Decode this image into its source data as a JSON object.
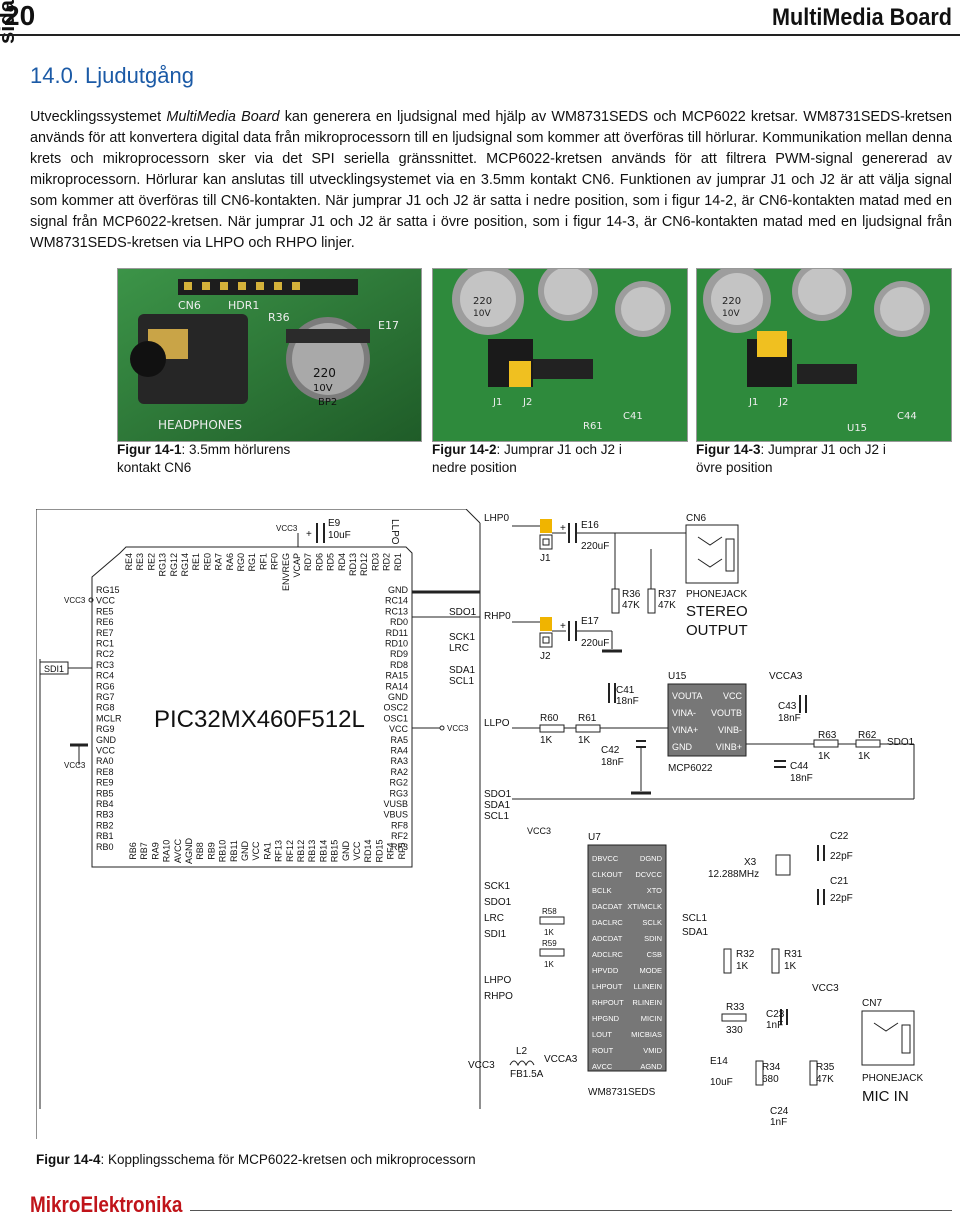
{
  "header": {
    "page_number": "20",
    "side_label": "sida",
    "book_title": "MultiMedia Board"
  },
  "section": {
    "title": "14.0. Ljudutgång"
  },
  "body": {
    "p_part1": "Utvecklingssystemet ",
    "p_italic": "MultiMedia Board",
    "p_part2": " kan generera en ljudsignal med hjälp av WM8731SEDS och MCP6022 kretsar. WM8731SEDS-kretsen används för att konvertera digital data från mikroprocessorn till en ljudsignal som kommer att överföras till hörlurar. Kommunikation mellan denna krets och mikroprocessorn sker via det SPI seriella gränssnittet. MCP6022-kretsen används för att filtrera PWM-signal genererad av mikroprocessorn. Hörlurar kan anslutas till utvecklingsystemet via en 3.5mm kontakt CN6. Funktionen av jumprar J1 och J2 är att välja signal som kommer att överföras till CN6-kontakten. När jumprar J1 och J2 är satta i nedre position, som i figur 14-2, är CN6-kontakten matad med en signal från MCP6022-kretsen. När jumprar J1 och J2 är satta i övre position, som i  figur 14-3, är CN6-kontakten matad med en ljudsignal från WM8731SEDS-kretsen via LHPO och RHPO linjer."
  },
  "figures": {
    "fig1": {
      "label": "Figur 14-1",
      "text": ": 3.5mm hörlurens kontakt CN6"
    },
    "fig2": {
      "label": "Figur 14-2",
      "text": ": Jumprar J1 och J2 i nedre position"
    },
    "fig3": {
      "label": "Figur 14-3",
      "text": ": Jumprar J1 och J2 i övre position"
    },
    "fig4": {
      "label": "Figur 14-4",
      "text": ": Kopplingsschema för MCP6022-kretsen och mikroprocessorn"
    }
  },
  "photo_labels": {
    "p1": [
      "CN6",
      "HDR1",
      "R36",
      "E17",
      "220",
      "10V",
      "BP2",
      "HEADPHONES"
    ],
    "p2": [
      "220",
      "10V",
      "J1",
      "J2",
      "C41",
      "R61"
    ],
    "p3": [
      "220",
      "10V",
      "J1",
      "J2",
      "C44",
      "U15"
    ]
  },
  "schematic": {
    "mcu_name": "PIC32MX460F512L",
    "mcu_top_pins": [
      "RE4",
      "RE3",
      "RE2",
      "RG13",
      "RG12",
      "RG14",
      "RE1",
      "RE0",
      "RA7",
      "RA6",
      "RG0",
      "RG1",
      "RF1",
      "RF0",
      "ENVREG",
      "VCAP",
      "RD7",
      "RD6",
      "RD5",
      "RD4",
      "RD13",
      "RD12",
      "RD3",
      "RD2",
      "RD1"
    ],
    "mcu_left_pins": [
      "RG15",
      "VCC",
      "RE5",
      "RE6",
      "RE7",
      "RC1",
      "RC2",
      "RC3",
      "RC4",
      "RG6",
      "RG7",
      "RG8",
      "MCLR",
      "RG9",
      "GND",
      "VCC",
      "RA0",
      "RE8",
      "RE9",
      "RB5",
      "RB4",
      "RB3",
      "RB2",
      "RB1",
      "RB0"
    ],
    "mcu_right_pins": [
      "GND",
      "RC14",
      "RC13",
      "RD0",
      "RD11",
      "RD10",
      "RD9",
      "RD8",
      "RA15",
      "RA14",
      "GND",
      "OSC2",
      "OSC1",
      "VCC",
      "RA5",
      "RA4",
      "RA3",
      "RA2",
      "RG2",
      "RG3",
      "VUSB",
      "VBUS",
      "RF8",
      "RF2",
      "RF3"
    ],
    "mcu_bottom_pins": [
      "RB6",
      "RB7",
      "RA9",
      "RA10",
      "AVCC",
      "AGND",
      "RB8",
      "RB9",
      "RB10",
      "RB11",
      "GND",
      "VCC",
      "RA1",
      "RF13",
      "RF12",
      "RB12",
      "RB13",
      "RB14",
      "RB15",
      "GND",
      "VCC",
      "RD14",
      "RD15",
      "RF4",
      "RF5"
    ],
    "wm_left_pins": [
      "DBVCC",
      "CLKOUT",
      "BCLK",
      "DACDAT",
      "DACLRC",
      "ADCDAT",
      "ADCLRC",
      "HPVDD",
      "LHPOUT",
      "RHPOUT",
      "HPGND",
      "LOUT",
      "ROUT",
      "AVCC"
    ],
    "wm_right_pins": [
      "DGND",
      "DCVCC",
      "XTO",
      "XTI/MCLK",
      "SCLK",
      "SDIN",
      "CSB",
      "MODE",
      "LLINEIN",
      "RLINEIN",
      "MICIN",
      "MICBIAS",
      "VMID",
      "AGND"
    ],
    "wm_name": "WM8731SEDS",
    "u7": "U7",
    "u15": "U15",
    "mcp_name": "MCP6022",
    "mcp_left": [
      "VOUTA",
      "VINA-",
      "VINA+",
      "GND"
    ],
    "mcp_right": [
      "VCC",
      "VOUTB",
      "VINB-",
      "VINB+"
    ],
    "labels": {
      "vcc3": "VCC3",
      "vcca3": "VCCA3",
      "sdi1": "SDI1",
      "e9": "E9",
      "e9v": "10uF",
      "llpo": "LLPO",
      "lhp0": "LHP0",
      "rhp0": "RHP0",
      "llpo2": "LLPO",
      "sdo1": "SDO1",
      "sck1": "SCK1",
      "lrc": "LRC",
      "sda1": "SDA1",
      "scl1": "SCL1",
      "j1": "J1",
      "j2": "J2",
      "e16": "E16",
      "e16v": "220uF",
      "e17": "E17",
      "e17v": "220uF",
      "cn6": "CN6",
      "r36": "R36",
      "r36v": "47K",
      "r37": "R37",
      "r37v": "47K",
      "phonejack": "PHONEJACK",
      "stereo": "STEREO",
      "output": "OUTPUT",
      "c41": "C41",
      "c41v": "18nF",
      "r60": "R60",
      "r60v": "1K",
      "r61": "R61",
      "r61v": "1K",
      "c42": "C42",
      "c42v": "18nF",
      "c43": "C43",
      "c43v": "18nF",
      "r63": "R63",
      "r63v": "1K",
      "r62": "R62",
      "r62v": "1K",
      "c44": "C44",
      "c44v": "18nF",
      "sdo1b": "SDO1",
      "sda1b": "SDA1",
      "scl1b": "SCL1",
      "sck1b": "SCK1",
      "sdo1c": "SDO1",
      "lrcb": "LRC",
      "sdi1b": "SDI1",
      "r58": "R58",
      "r58v": "1K",
      "r59": "R59",
      "r59v": "1K",
      "lhpo": "LHPO",
      "rhpo": "RHPO",
      "l2": "L2",
      "l2v": "FB1.5A",
      "c22": "C22",
      "c22v": "22pF",
      "c21": "C21",
      "c21v": "22pF",
      "x3": "X3",
      "x3v": "12.288MHz",
      "scl1c": "SCL1",
      "sda1c": "SDA1",
      "r32": "R32",
      "r32v": "1K",
      "r31": "R31",
      "r31v": "1K",
      "r33": "R33",
      "r33v": "330",
      "c23": "C23",
      "c23v": "1nF",
      "e14": "E14",
      "e14v": "10uF",
      "r34": "R34",
      "r34v": "680",
      "r35": "R35",
      "r35v": "47K",
      "c24": "C24",
      "c24v": "1nF",
      "cn7": "CN7",
      "phonejack2": "PHONEJACK",
      "micin": "MIC IN"
    }
  },
  "footer": {
    "brand": "MikroElektronika"
  }
}
